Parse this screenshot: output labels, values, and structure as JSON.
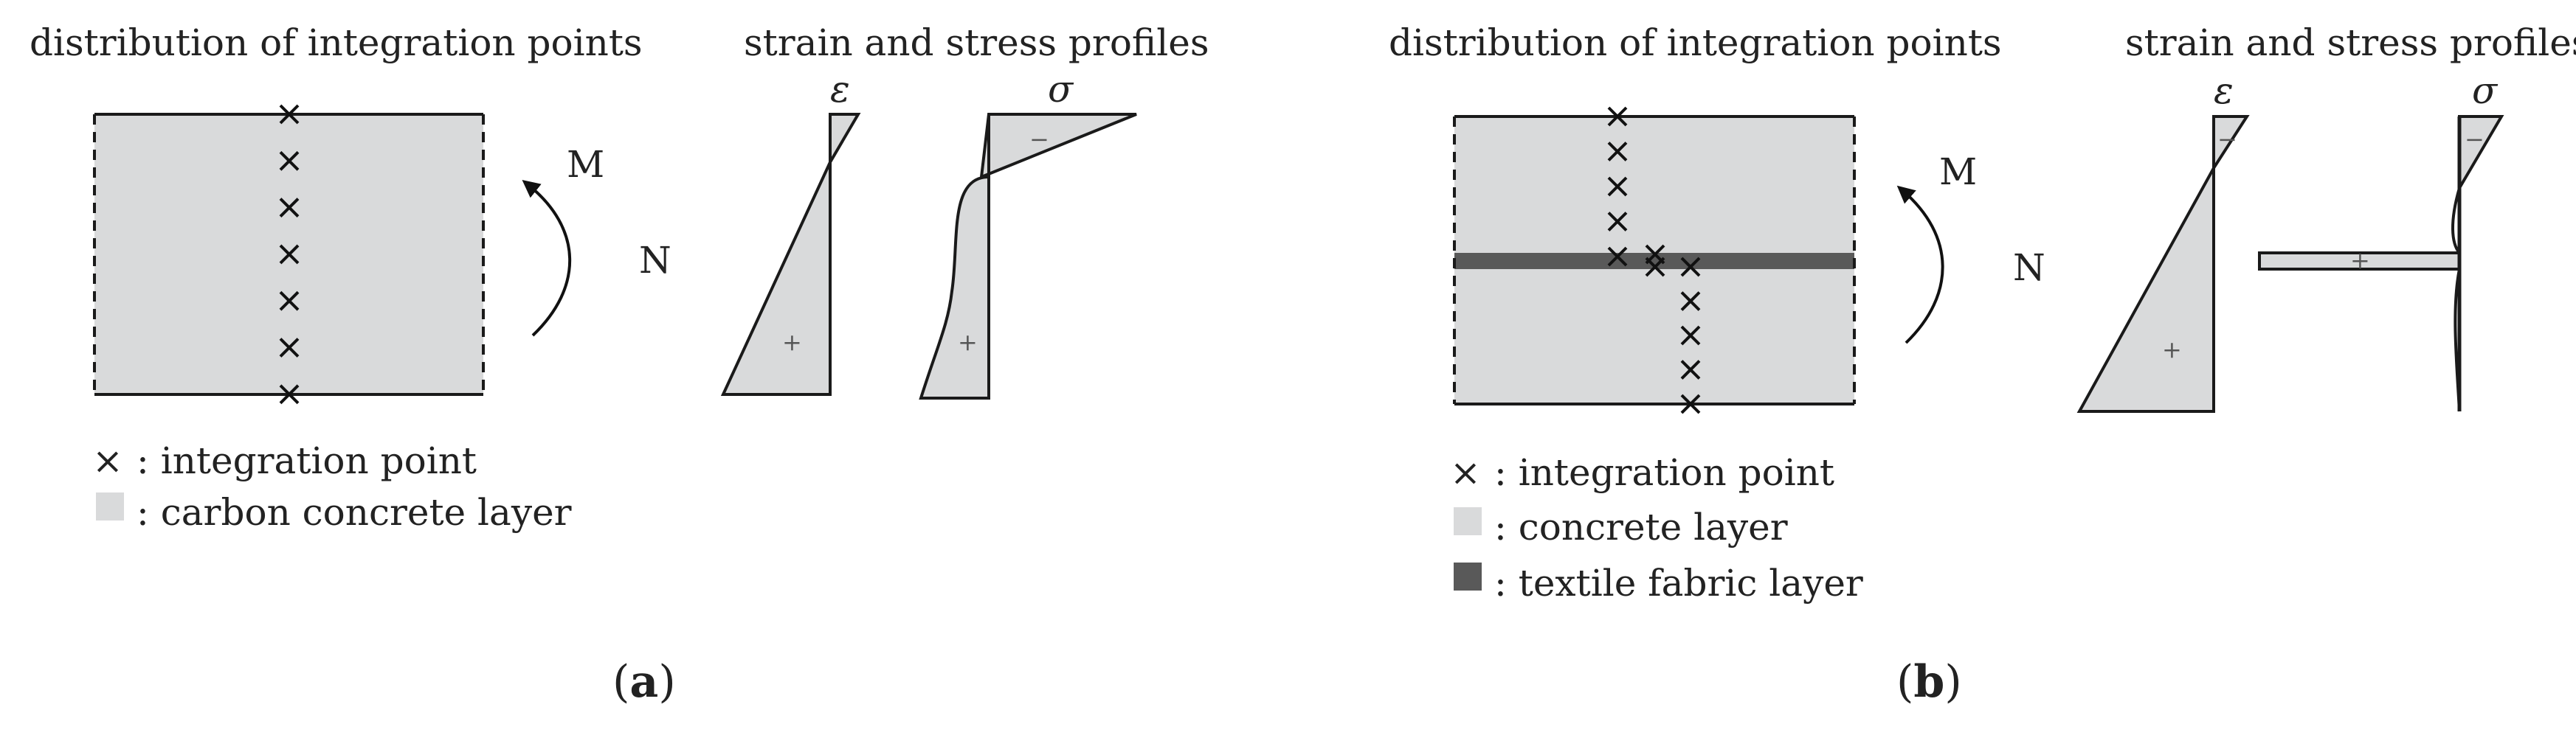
{
  "panel_a": {
    "title_left": "distribution of integration points",
    "title_right": "strain and stress profiles",
    "moment_label": "M",
    "normal_force_label": "N",
    "strain_symbol": "ε",
    "stress_symbol": "σ",
    "strain_sign": "+",
    "stress_sign_minus": "−",
    "stress_sign_plus": "+",
    "legend": [
      {
        "symbol": "×",
        "text": ": integration point"
      },
      {
        "symbol": "swatch-light",
        "text": ": carbon concrete layer"
      }
    ],
    "caption_letter": "a",
    "caption_open": "(",
    "caption_close": ")"
  },
  "panel_b": {
    "title_left": "distribution of integration points",
    "title_right": "strain and stress profiles",
    "moment_label": "M",
    "normal_force_label": "N",
    "strain_symbol": "ε",
    "stress_symbol": "σ",
    "strain_sign_minus": "−",
    "strain_sign_plus": "+",
    "stress_sign_minus": "−",
    "stress_sign_plus": "+",
    "legend": [
      {
        "symbol": "×",
        "text": ": integration point"
      },
      {
        "symbol": "swatch-light",
        "text": ": concrete layer"
      },
      {
        "symbol": "swatch-dark",
        "text": ": textile fabric layer"
      }
    ],
    "caption_letter": "b",
    "caption_open": "(",
    "caption_close": ")"
  },
  "colors": {
    "concrete_fill": "#d9dadb",
    "textile_fill": "#595959",
    "stroke": "#1a1a1a"
  }
}
